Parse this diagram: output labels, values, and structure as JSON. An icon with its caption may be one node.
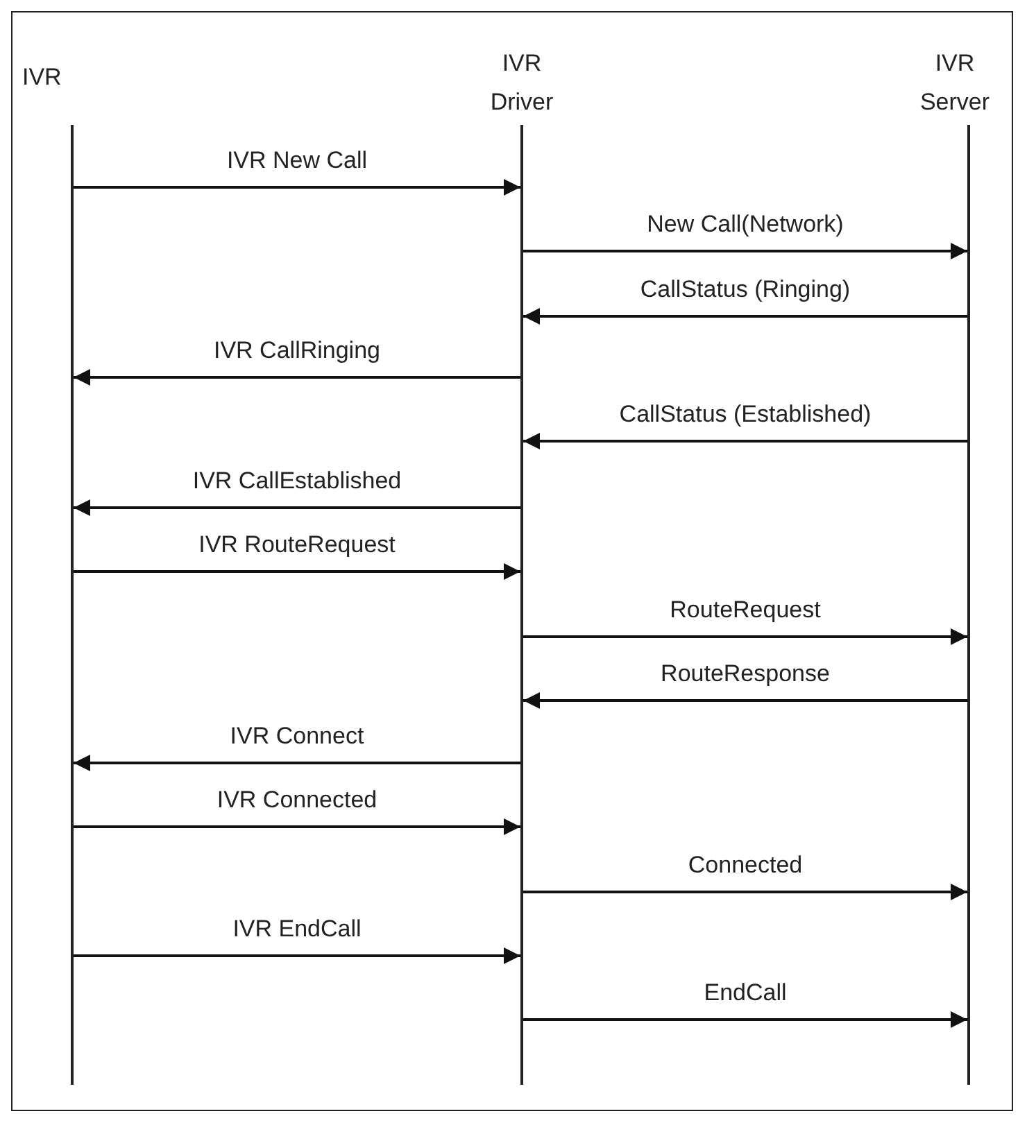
{
  "diagram": {
    "nodes": [
      {
        "text": [
          "IVR"
        ]
      },
      {
        "text": [
          "IVR Driver"
        ]
      },
      {
        "text": [
          "IVR Server"
        ]
      }
    ],
    "edges": [
      {
        "from": 0,
        "to": 1,
        "arrow": "to",
        "label": "IVR New Call"
      },
      {
        "from": 1,
        "to": 2,
        "arrow": "to",
        "label": "New Call(Network)"
      },
      {
        "from": 2,
        "to": 1,
        "arrow": "to",
        "label": "CallStatus (Ringing)"
      },
      {
        "from": 1,
        "to": 0,
        "arrow": "to",
        "label": "IVR CallRinging"
      },
      {
        "from": 2,
        "to": 1,
        "arrow": "to",
        "label": "CallStatus (Established)"
      },
      {
        "from": 1,
        "to": 0,
        "arrow": "to",
        "label": "IVR CallEstablished"
      },
      {
        "from": 0,
        "to": 1,
        "arrow": "to",
        "label": "IVR RouteRequest"
      },
      {
        "from": 1,
        "to": 2,
        "arrow": "to",
        "label": "RouteRequest"
      },
      {
        "from": 2,
        "to": 1,
        "arrow": "to",
        "label": "RouteResponse"
      },
      {
        "from": 1,
        "to": 0,
        "arrow": "to",
        "label": "IVR Connect"
      },
      {
        "from": 0,
        "to": 1,
        "arrow": "to",
        "label": "IVR Connected"
      },
      {
        "from": 1,
        "to": 2,
        "arrow": "to",
        "label": "Connected"
      },
      {
        "from": 0,
        "to": 1,
        "arrow": "to",
        "label": "IVR EndCall"
      },
      {
        "from": 1,
        "to": 2,
        "arrow": "to",
        "label": "EndCall"
      }
    ]
  }
}
